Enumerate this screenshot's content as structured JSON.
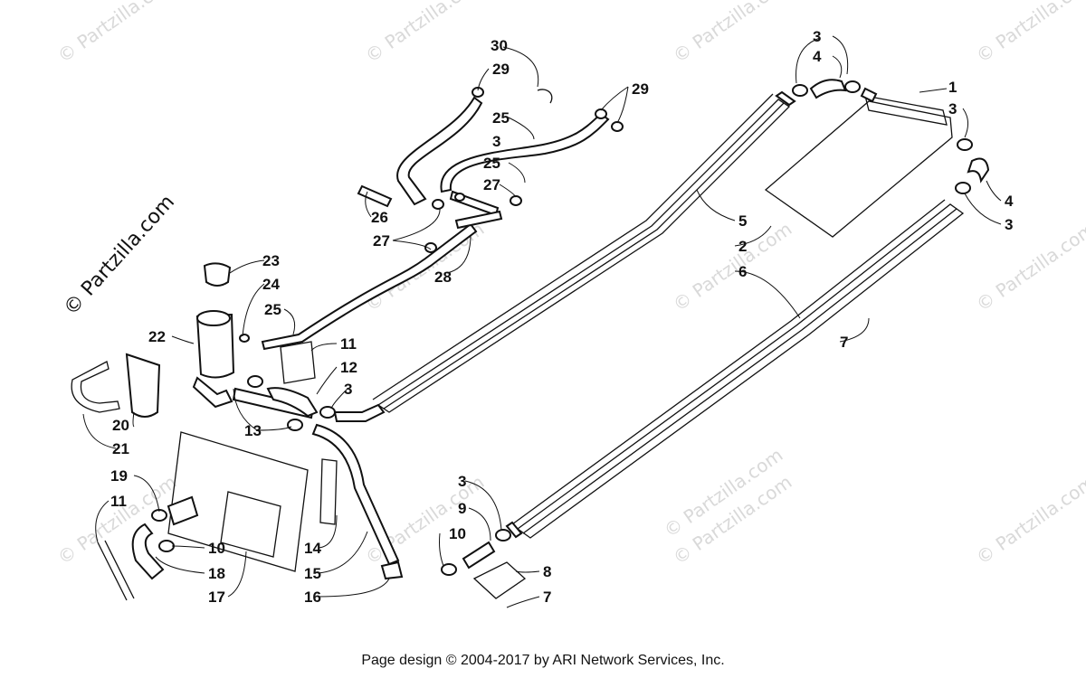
{
  "watermark": {
    "small": "© Partzilla.com",
    "large": "© Partzilla.com"
  },
  "callouts": [
    "1",
    "2",
    "3",
    "3",
    "3",
    "3",
    "3",
    "3",
    "4",
    "4",
    "5",
    "6",
    "7",
    "7",
    "8",
    "9",
    "10",
    "10",
    "11",
    "11",
    "12",
    "13",
    "14",
    "15",
    "16",
    "17",
    "18",
    "19",
    "20",
    "21",
    "22",
    "23",
    "24",
    "25",
    "25",
    "25",
    "26",
    "27",
    "27",
    "28",
    "29",
    "29",
    "30"
  ],
  "footer": {
    "text": "Page design © 2004-2017 by ARI Network Services, Inc."
  }
}
